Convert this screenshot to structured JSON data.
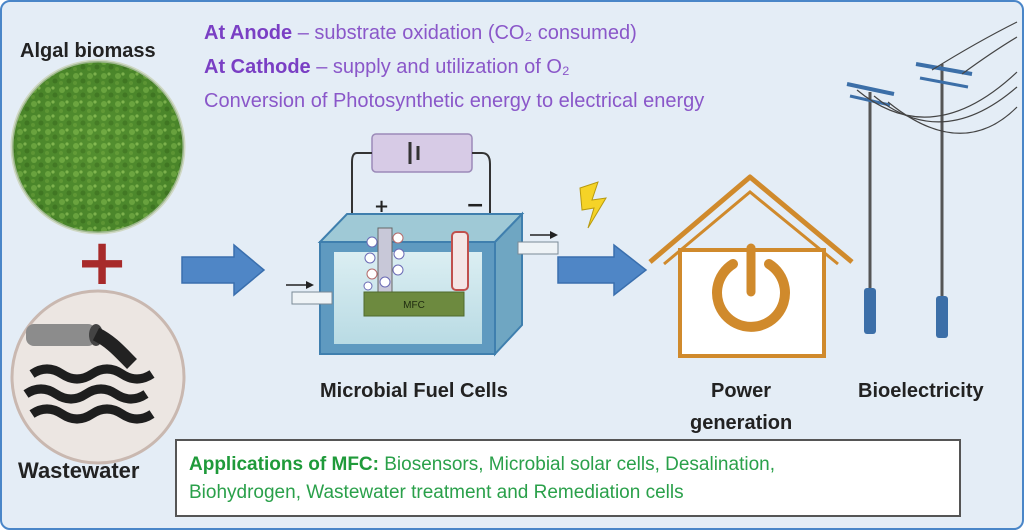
{
  "labels": {
    "algal_biomass": "Algal biomass",
    "wastewater": "Wastewater",
    "mfc": "Microbial Fuel Cells",
    "power_line1": "Power",
    "power_line2": "generation",
    "bioelectricity": "Bioelectricity",
    "mfc_box": "MFC"
  },
  "info": {
    "anode_head": "At Anode",
    "anode_text": " – substrate oxidation (CO₂ consumed)",
    "cathode_head": "At Cathode",
    "cathode_text": " – supply and utilization of O₂",
    "conversion": "Conversion of Photosynthetic energy to electrical energy"
  },
  "applications": {
    "head": "Applications of MFC:",
    "line1": " Biosensors, Microbial solar cells, Desalination,",
    "line2": "Biohydrogen, Wastewater treatment and Remediation cells"
  },
  "symbols": {
    "plus": "+",
    "minus": "−",
    "join": "+"
  },
  "colors": {
    "background": "#e4edf6",
    "border": "#4a86c8",
    "arrow": "#4f86c6",
    "house": "#d08a2c",
    "purple_text": "#8a57c9",
    "green_text": "#2aa04a"
  }
}
